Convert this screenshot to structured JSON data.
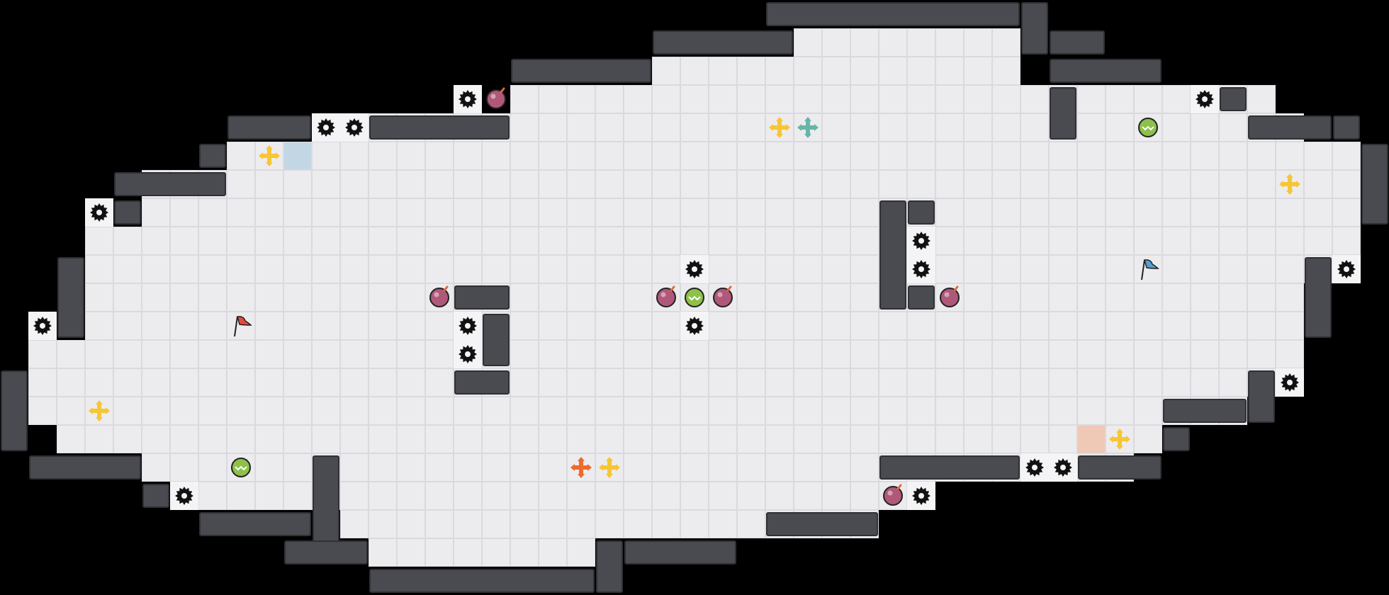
{
  "game": {
    "board": {
      "cols": 49,
      "rows": 21
    },
    "colors": {
      "background": "#000000",
      "floor": "#ececef",
      "grid": "#d9d9df",
      "wall": "#4a4b50",
      "wall_edge": "#2f3034",
      "wall_light": "#e4e4e8",
      "tile_blue": "#c3d6e4",
      "tile_orange": "#f0c8b6",
      "gear": "#111111",
      "gear_bg": "#f4f4f6",
      "mine_body": "#b0587a",
      "mine_fuse": "#e0693c",
      "eye_green": "#8ec04a",
      "cross_yellow": "#f6c637",
      "cross_teal": "#69b4a8",
      "cross_orange": "#ee6b2c",
      "flag_red": "#e44a3b",
      "flag_blue": "#5a9fd0"
    },
    "floor_rows": [
      {
        "r": 1,
        "c0": 28,
        "c1": 35
      },
      {
        "r": 2,
        "c0": 23,
        "c1": 35
      },
      {
        "r": 3,
        "c0": 18,
        "c1": 44
      },
      {
        "r": 4,
        "c0": 11,
        "c1": 45
      },
      {
        "r": 5,
        "c0": 8,
        "c1": 47
      },
      {
        "r": 6,
        "c0": 5,
        "c1": 47
      },
      {
        "r": 7,
        "c0": 5,
        "c1": 47
      },
      {
        "r": 8,
        "c0": 3,
        "c1": 47
      },
      {
        "r": 9,
        "c0": 3,
        "c1": 47
      },
      {
        "r": 10,
        "c0": 3,
        "c1": 45
      },
      {
        "r": 11,
        "c0": 3,
        "c1": 45
      },
      {
        "r": 12,
        "c0": 1,
        "c1": 45
      },
      {
        "r": 13,
        "c0": 1,
        "c1": 45
      },
      {
        "r": 14,
        "c0": 1,
        "c1": 43
      },
      {
        "r": 15,
        "c0": 2,
        "c1": 40
      },
      {
        "r": 16,
        "c0": 5,
        "c1": 39
      },
      {
        "r": 17,
        "c0": 7,
        "c1": 32
      },
      {
        "r": 18,
        "c0": 12,
        "c1": 30
      },
      {
        "r": 19,
        "c0": 13,
        "c1": 20
      }
    ],
    "walls": [
      {
        "c": 27,
        "r": 0,
        "w": 9,
        "h": 1
      },
      {
        "c": 36,
        "r": 0,
        "w": 1,
        "h": 2
      },
      {
        "c": 37,
        "r": 1,
        "w": 2,
        "h": 1
      },
      {
        "c": 37,
        "r": 2,
        "w": 4,
        "h": 1
      },
      {
        "c": 37,
        "r": 3,
        "w": 1,
        "h": 2
      },
      {
        "c": 23,
        "r": 1,
        "w": 5,
        "h": 1
      },
      {
        "c": 18,
        "r": 2,
        "w": 5,
        "h": 1
      },
      {
        "c": 13,
        "r": 4,
        "w": 5,
        "h": 1
      },
      {
        "c": 8,
        "r": 4,
        "w": 3,
        "h": 1
      },
      {
        "c": 7,
        "r": 5,
        "w": 1,
        "h": 1
      },
      {
        "c": 4,
        "r": 6,
        "w": 4,
        "h": 1
      },
      {
        "c": 4,
        "r": 7,
        "w": 1,
        "h": 1
      },
      {
        "c": 2,
        "r": 9,
        "w": 1,
        "h": 3
      },
      {
        "c": 0,
        "r": 13,
        "w": 1,
        "h": 3
      },
      {
        "c": 1,
        "r": 16,
        "w": 4,
        "h": 1
      },
      {
        "c": 5,
        "r": 17,
        "w": 1,
        "h": 1
      },
      {
        "c": 7,
        "r": 18,
        "w": 4,
        "h": 1
      },
      {
        "c": 11,
        "r": 16,
        "w": 1,
        "h": 4
      },
      {
        "c": 10,
        "r": 19,
        "w": 3,
        "h": 1
      },
      {
        "c": 13,
        "r": 20,
        "w": 8,
        "h": 1
      },
      {
        "c": 21,
        "r": 19,
        "w": 1,
        "h": 2
      },
      {
        "c": 22,
        "r": 19,
        "w": 4,
        "h": 1
      },
      {
        "c": 27,
        "r": 18,
        "w": 4,
        "h": 1
      },
      {
        "c": 31,
        "r": 16,
        "w": 5,
        "h": 1
      },
      {
        "c": 38,
        "r": 16,
        "w": 3,
        "h": 1
      },
      {
        "c": 41,
        "r": 15,
        "w": 1,
        "h": 1
      },
      {
        "c": 41,
        "r": 14,
        "w": 3,
        "h": 1
      },
      {
        "c": 44,
        "r": 13,
        "w": 1,
        "h": 2
      },
      {
        "c": 46,
        "r": 9,
        "w": 1,
        "h": 3
      },
      {
        "c": 48,
        "r": 5,
        "w": 1,
        "h": 3
      },
      {
        "c": 47,
        "r": 4,
        "w": 1,
        "h": 1
      },
      {
        "c": 44,
        "r": 4,
        "w": 3,
        "h": 1
      },
      {
        "c": 43,
        "r": 3,
        "w": 1,
        "h": 1
      },
      {
        "c": 16,
        "r": 10,
        "w": 2,
        "h": 1
      },
      {
        "c": 17,
        "r": 11,
        "w": 1,
        "h": 2
      },
      {
        "c": 16,
        "r": 13,
        "w": 2,
        "h": 1
      },
      {
        "c": 31,
        "r": 7,
        "w": 1,
        "h": 4
      },
      {
        "c": 32,
        "r": 7,
        "w": 1,
        "h": 1
      },
      {
        "c": 32,
        "r": 10,
        "w": 1,
        "h": 1
      }
    ],
    "blue_tile": {
      "c": 10,
      "r": 5
    },
    "orange_tile": {
      "c": 38,
      "r": 15
    },
    "gears": [
      [
        16,
        3
      ],
      [
        11,
        4
      ],
      [
        12,
        4
      ],
      [
        3,
        7
      ],
      [
        1,
        11
      ],
      [
        6,
        17
      ],
      [
        16,
        11
      ],
      [
        16,
        12
      ],
      [
        24,
        9
      ],
      [
        24,
        11
      ],
      [
        32,
        8
      ],
      [
        32,
        9
      ],
      [
        42,
        3
      ],
      [
        47,
        9
      ],
      [
        45,
        13
      ],
      [
        36,
        16
      ],
      [
        37,
        16
      ],
      [
        32,
        17
      ]
    ],
    "mines": [
      [
        17,
        3
      ],
      [
        15,
        10
      ],
      [
        23,
        10
      ],
      [
        25,
        10
      ],
      [
        33,
        10
      ],
      [
        31,
        17
      ]
    ],
    "eyes": [
      [
        40,
        4
      ],
      [
        24,
        10
      ],
      [
        8,
        16
      ]
    ],
    "crosses": [
      {
        "c": 9,
        "r": 5,
        "color": "yellow"
      },
      {
        "c": 27,
        "r": 4,
        "color": "yellow"
      },
      {
        "c": 28,
        "r": 4,
        "color": "teal"
      },
      {
        "c": 45,
        "r": 6,
        "color": "yellow"
      },
      {
        "c": 3,
        "r": 14,
        "color": "yellow"
      },
      {
        "c": 20,
        "r": 16,
        "color": "orange"
      },
      {
        "c": 21,
        "r": 16,
        "color": "yellow"
      },
      {
        "c": 39,
        "r": 15,
        "color": "yellow"
      }
    ],
    "flags": [
      {
        "c": 8,
        "r": 11,
        "color": "red"
      },
      {
        "c": 40,
        "r": 9,
        "color": "blue"
      }
    ]
  }
}
